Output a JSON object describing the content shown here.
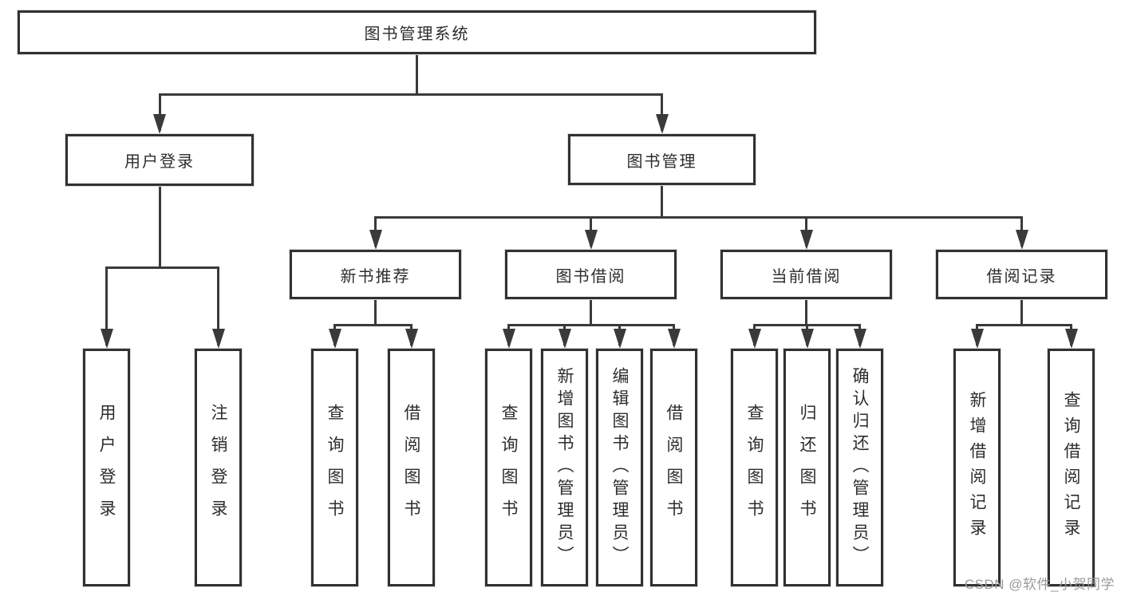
{
  "colors": {
    "background": "#ffffff",
    "border": "#313131",
    "line": "#3a3a3a",
    "text": "#2d2d2d"
  },
  "tree": {
    "root": {
      "label": "图书管理系统",
      "children": [
        {
          "label": "用户登录",
          "children": [
            {
              "label": "用户登录"
            },
            {
              "label": "注销登录"
            }
          ]
        },
        {
          "label": "图书管理",
          "children": [
            {
              "label": "新书推荐",
              "children": [
                {
                  "label": "查询图书"
                },
                {
                  "label": "借阅图书"
                }
              ]
            },
            {
              "label": "图书借阅",
              "children": [
                {
                  "label": "查询图书"
                },
                {
                  "label": "新增图书（管理员）"
                },
                {
                  "label": "编辑图书（管理员）"
                },
                {
                  "label": "借阅图书"
                }
              ]
            },
            {
              "label": "当前借阅",
              "children": [
                {
                  "label": "查询图书"
                },
                {
                  "label": "归还图书"
                },
                {
                  "label": "确认归还（管理员）"
                }
              ]
            },
            {
              "label": "借阅记录",
              "children": [
                {
                  "label": "新增借阅记录"
                },
                {
                  "label": "查询借阅记录"
                }
              ]
            }
          ]
        }
      ]
    }
  },
  "watermark": {
    "text": "CSDN @软件_小贺同学",
    "color": "#9a9a9a"
  }
}
